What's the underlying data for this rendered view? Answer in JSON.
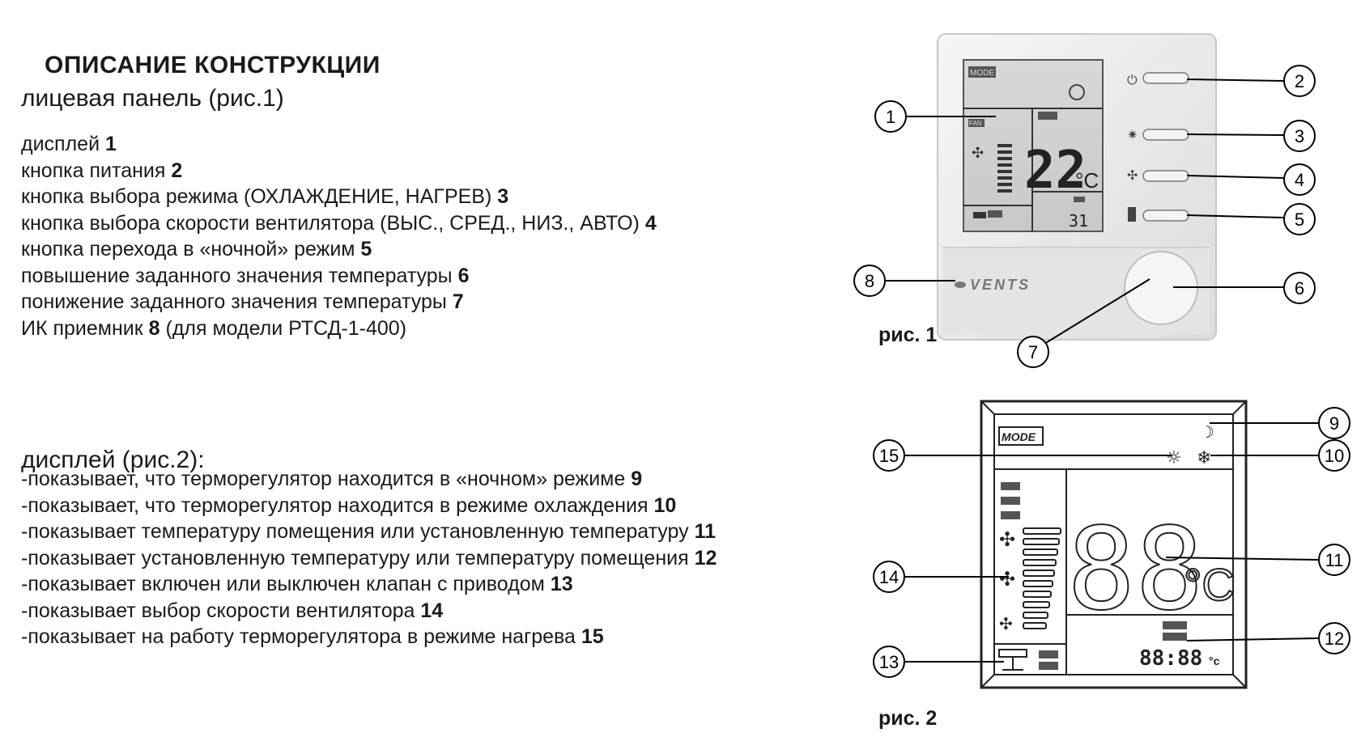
{
  "heading": "ОПИСАНИЕ КОНСТРУКЦИИ",
  "front_panel_title": "лицевая панель (рис.1)",
  "front_panel_items": [
    {
      "text": "дисплей",
      "num": "1",
      "suffix": ""
    },
    {
      "text": "кнопка питания",
      "num": "2",
      "suffix": ""
    },
    {
      "text": "кнопка выбора режима (ОХЛАЖДЕНИЕ, НАГРЕВ)",
      "num": "3",
      "suffix": ""
    },
    {
      "text": "кнопка выбора скорости вентилятора (ВЫС., СРЕД., НИЗ., АВТО)",
      "num": "4",
      "suffix": ""
    },
    {
      "text": "кнопка перехода в «ночной» режим",
      "num": "5",
      "suffix": ""
    },
    {
      "text": "повышение заданного значения температуры",
      "num": "6",
      "suffix": ""
    },
    {
      "text": "понижение заданного значения температуры",
      "num": "7",
      "suffix": ""
    },
    {
      "text": "ИК приемник ",
      "num": "8",
      "suffix": " (для модели РТСД-1-400)"
    }
  ],
  "display_title": "дисплей (рис.2):",
  "display_items": [
    {
      "text": "-показывает, что терморегулятор находится в «ночном» режиме",
      "num": "9"
    },
    {
      "text": "-показывает, что терморегулятор находится в режиме охлаждения",
      "num": "10"
    },
    {
      "text": "-показывает температуру помещения или установленную температуру",
      "num": "11"
    },
    {
      "text": "-показывает установленную температуру или температуру помещения",
      "num": "12"
    },
    {
      "text": "-показывает включен или выключен клапан с приводом",
      "num": "13"
    },
    {
      "text": "-показывает выбор скорости вентилятора",
      "num": "14"
    },
    {
      "text": "-показывает на работу терморегулятора в режиме нагрева",
      "num": "15"
    }
  ],
  "fig1": {
    "caption": "рис. 1",
    "lcd_mode": "MODE",
    "lcd_fan": "FAN",
    "lcd_temp": "22",
    "lcd_unit": "°C",
    "lcd_small": "31",
    "brand": "VENTS",
    "callouts": [
      "1",
      "2",
      "3",
      "4",
      "5",
      "6",
      "7",
      "8"
    ]
  },
  "fig2": {
    "caption": "рис. 2",
    "lcd_mode": "MODE",
    "big_digits": "88",
    "unit": "°C",
    "small_digits": "88:88",
    "small_unit": "°c",
    "callouts": [
      "9",
      "10",
      "11",
      "12",
      "13",
      "14",
      "15"
    ]
  },
  "colors": {
    "text": "#1a1a1a",
    "device": "#ececec",
    "lcd": "#d4d4d4"
  }
}
